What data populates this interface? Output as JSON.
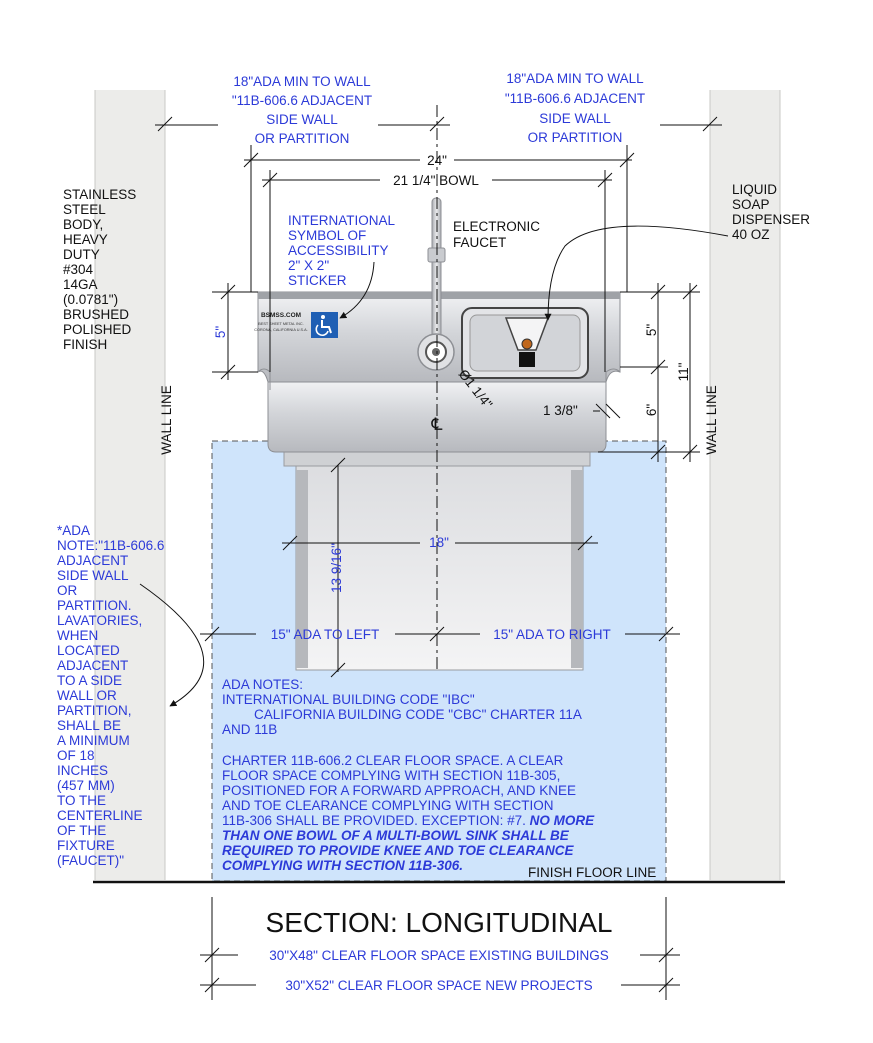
{
  "wall_min_left": [
    "18\"ADA MIN TO WALL",
    "\"11B-606.6 ADJACENT",
    "SIDE WALL",
    "OR PARTITION"
  ],
  "wall_min_right": [
    "18\"ADA MIN TO WALL",
    "\"11B-606.6 ADJACENT",
    "SIDE WALL",
    "OR PARTITION"
  ],
  "dim_24": "24\"",
  "dim_bowl": "21 1/4\" BOWL",
  "material_note": [
    "STAINLESS",
    "STEEL",
    "BODY,",
    "HEAVY",
    "DUTY",
    "#304",
    "14GA",
    "(0.0781\")",
    "BRUSHED",
    "POLISHED",
    "FINISH"
  ],
  "isa_note": [
    "INTERNATIONAL",
    "SYMBOL OF",
    "ACCESSIBILITY",
    "2\" X 2\"",
    "STICKER"
  ],
  "faucet_label": [
    "ELECTRONIC",
    "FAUCET"
  ],
  "soap_label": [
    "LIQUID",
    "SOAP",
    "DISPENSER",
    "40 OZ"
  ],
  "brand_plate": [
    "BSMSS.COM",
    "BEST SHEET METAL INC.",
    "CORONA, CALIFORNIA U.S.A."
  ],
  "dim_5_left": "5\"",
  "dim_5_right": "5\"",
  "dim_6": "6\"",
  "dim_11": "11\"",
  "dim_diam": "Ø1 1/4\"",
  "dim_1_3_8": "1 3/8\"",
  "centerline_symbol": "℄",
  "wall_line_left": "WALL LINE",
  "wall_line_right": "WALL LINE",
  "dim_18": "18\"",
  "dim_13_9_16": "13 9/16\"",
  "ada_left": "15\" ADA TO LEFT",
  "ada_right": "15\" ADA TO RIGHT",
  "ada_side_note": [
    "*ADA",
    "NOTE:\"11B-606.6",
    "ADJACENT",
    "SIDE WALL",
    "OR",
    "PARTITION.",
    "LAVATORIES,",
    "WHEN",
    "LOCATED",
    "ADJACENT",
    "TO A SIDE",
    "WALL OR",
    "PARTITION,",
    "SHALL BE",
    "A MINIMUM",
    "OF 18",
    "INCHES",
    "(457 MM)",
    "TO THE",
    "CENTERLINE",
    "OF THE",
    "FIXTURE",
    "(FAUCET)\""
  ],
  "ada_notes": {
    "heading": "ADA NOTES:",
    "ibc": "INTERNATIONAL BUILDING CODE \"IBC\"",
    "cbc": "CALIFORNIA BUILDING CODE \"CBC\" CHARTER 11A",
    "and": "AND 11B",
    "clear": [
      "CHARTER 11B-606.2 CLEAR FLOOR SPACE. A CLEAR",
      "FLOOR SPACE COMPLYING WITH SECTION 11B-305,",
      "POSITIONED FOR A FORWARD APPROACH, AND KNEE",
      "AND TOE CLEARANCE COMPLYING WITH SECTION"
    ],
    "exception": "11B-306 SHALL BE PROVIDED. EXCEPTION: #7.",
    "emph_tail": " NO MORE",
    "emph": [
      "THAN ONE BOWL OF A MULTI-BOWL SINK SHALL BE",
      "REQUIRED TO PROVIDE KNEE AND TOE CLEARANCE",
      "COMPLYING WITH SECTION 11B-306."
    ]
  },
  "finish_floor": "FINISH FLOOR LINE",
  "section_title": "SECTION: LONGITUDINAL",
  "floor_existing": "30\"X48\" CLEAR FLOOR SPACE EXISTING BUILDINGS",
  "floor_new": "30\"X52\" CLEAR FLOOR SPACE NEW PROJECTS",
  "colors": {
    "annotation_blue": "#2c3ad8",
    "clear_floor_fill": "#cfe4fb",
    "wall_fill": "#ececea",
    "steel": "#d6d8dc"
  }
}
